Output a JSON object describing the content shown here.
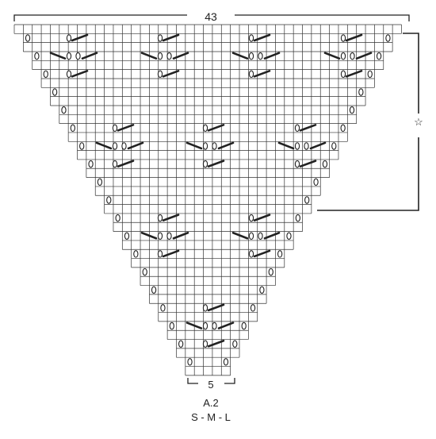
{
  "diagram": {
    "top_width_label": "43",
    "bottom_width_label": "5",
    "repeat_mark": "☆",
    "chart_name": "A.2",
    "sizes": "S - M - L"
  },
  "colors": {
    "grid": "#333333",
    "stroke": "#222222",
    "text": "#222222",
    "background": "#ffffff"
  },
  "symbols": {
    "yarn_over": "yarn-over-icon",
    "decrease": "decrease-bar-icon"
  }
}
